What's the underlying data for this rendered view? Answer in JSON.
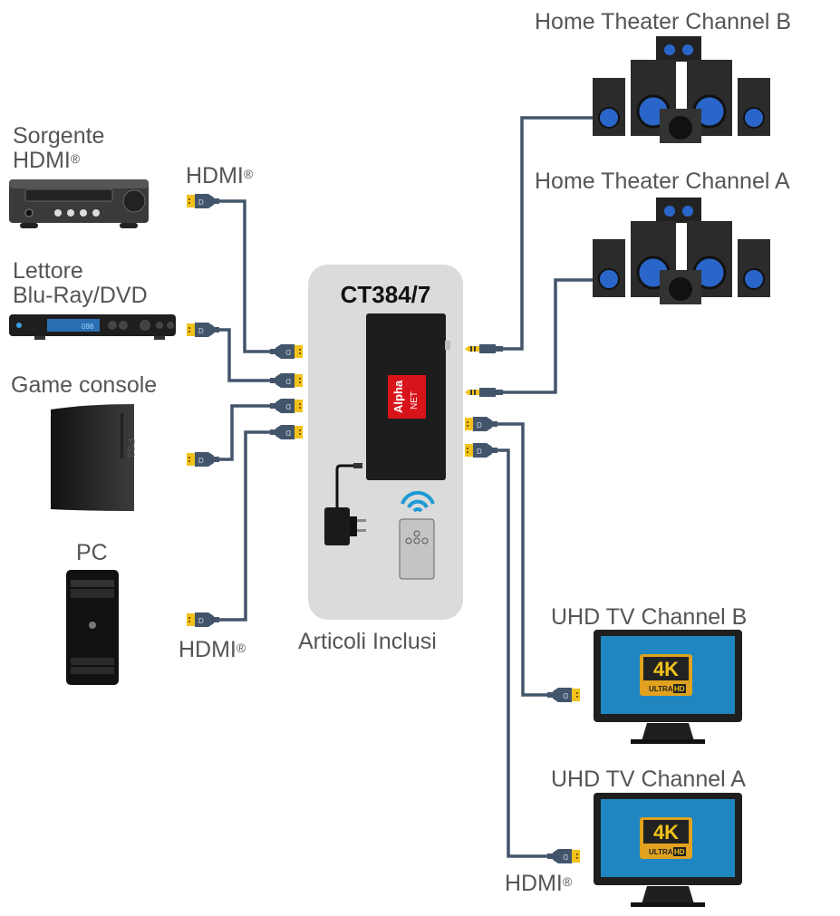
{
  "diagram": {
    "title": "CT384/7",
    "included_label": "Articoli Inclusi",
    "brand": {
      "line1": "Alpha",
      "line2": "NET",
      "color": "#d7141a"
    },
    "sources": [
      {
        "id": "hdmi-source",
        "line1": "Sorgente",
        "line2": "HDMI",
        "reg": "®"
      },
      {
        "id": "bluray",
        "line1": "Lettore",
        "line2": "Blu-Ray/DVD"
      },
      {
        "id": "console",
        "line1": "Game console",
        "console_text": "PS3"
      },
      {
        "id": "pc",
        "line1": "PC"
      }
    ],
    "cable_labels": {
      "hdmi_top": "HDMI",
      "hdmi_left_bottom": "HDMI",
      "hdmi_right_bottom": "HDMI",
      "reg": "®"
    },
    "outputs": [
      {
        "id": "ht-b",
        "label": "Home Theater Channel B"
      },
      {
        "id": "ht-a",
        "label": "Home Theater Channel A"
      },
      {
        "id": "tv-b",
        "label": "UHD TV  Channel B"
      },
      {
        "id": "tv-a",
        "label": "UHD TV  Channel A"
      }
    ],
    "tv_badge": {
      "big": "4K",
      "ultra": "ULTRA",
      "hd": "HD"
    },
    "bluray_display": "098",
    "colors": {
      "cable": "#43556b",
      "connector_gold": "#f2c21b",
      "box_bg": "#dadbdb",
      "tv_screen": "#1f86c2",
      "wifi": "#1d9ad6"
    }
  }
}
